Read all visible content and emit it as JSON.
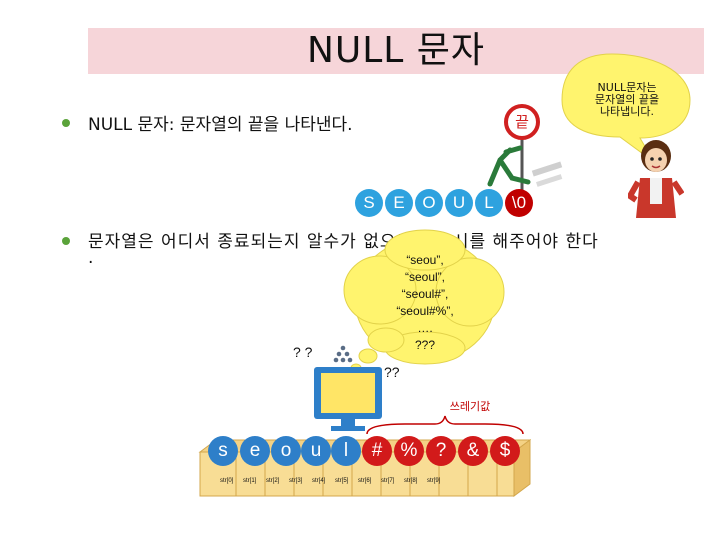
{
  "slide": {
    "title": "NULL 문자",
    "bullet1": "NULL 문자: 문자열의 끝을 나타낸다.",
    "bullet2_line1": "문자열은 어디서 종료되는지 알수가 없으므로 표시를 해주어야 한다",
    "bullet2_line2": "."
  },
  "sign": {
    "label": "끝"
  },
  "speech_bubble": {
    "line1": "NULL문자는",
    "line2": "문자열의 끝을",
    "line3": "나타냅니다."
  },
  "letters": [
    "S",
    "E",
    "O",
    "U",
    "L",
    "\\0"
  ],
  "cloud": {
    "lines": [
      "“seou”,",
      "“seoul”,",
      "“seoul#”,",
      "“seoul#%”,",
      "….",
      "???"
    ]
  },
  "monitor": {
    "question_left": "? ?",
    "question_right": "??"
  },
  "garbage_label": "쓰레기값",
  "memory": {
    "cells": [
      "s",
      "e",
      "o",
      "u",
      "l",
      "#",
      "%",
      "?",
      "&",
      "$"
    ],
    "indices": [
      "str[0]",
      "str[1]",
      "str[2]",
      "str[3]",
      "str[4]",
      "str[5]",
      "str[6]",
      "str[7]",
      "str[8]",
      "str[9]"
    ]
  },
  "colors": {
    "title_bg": "#f6d5d9",
    "bullet": "#5aa33a",
    "letter_blue": "#2ea2df",
    "letter_null": "#c00000",
    "mem_blue": "#2e7fc9",
    "mem_red": "#d21a1a",
    "cloud": "#fff46e",
    "speech": "#fff46e",
    "monitor": "#2e7fc9"
  }
}
